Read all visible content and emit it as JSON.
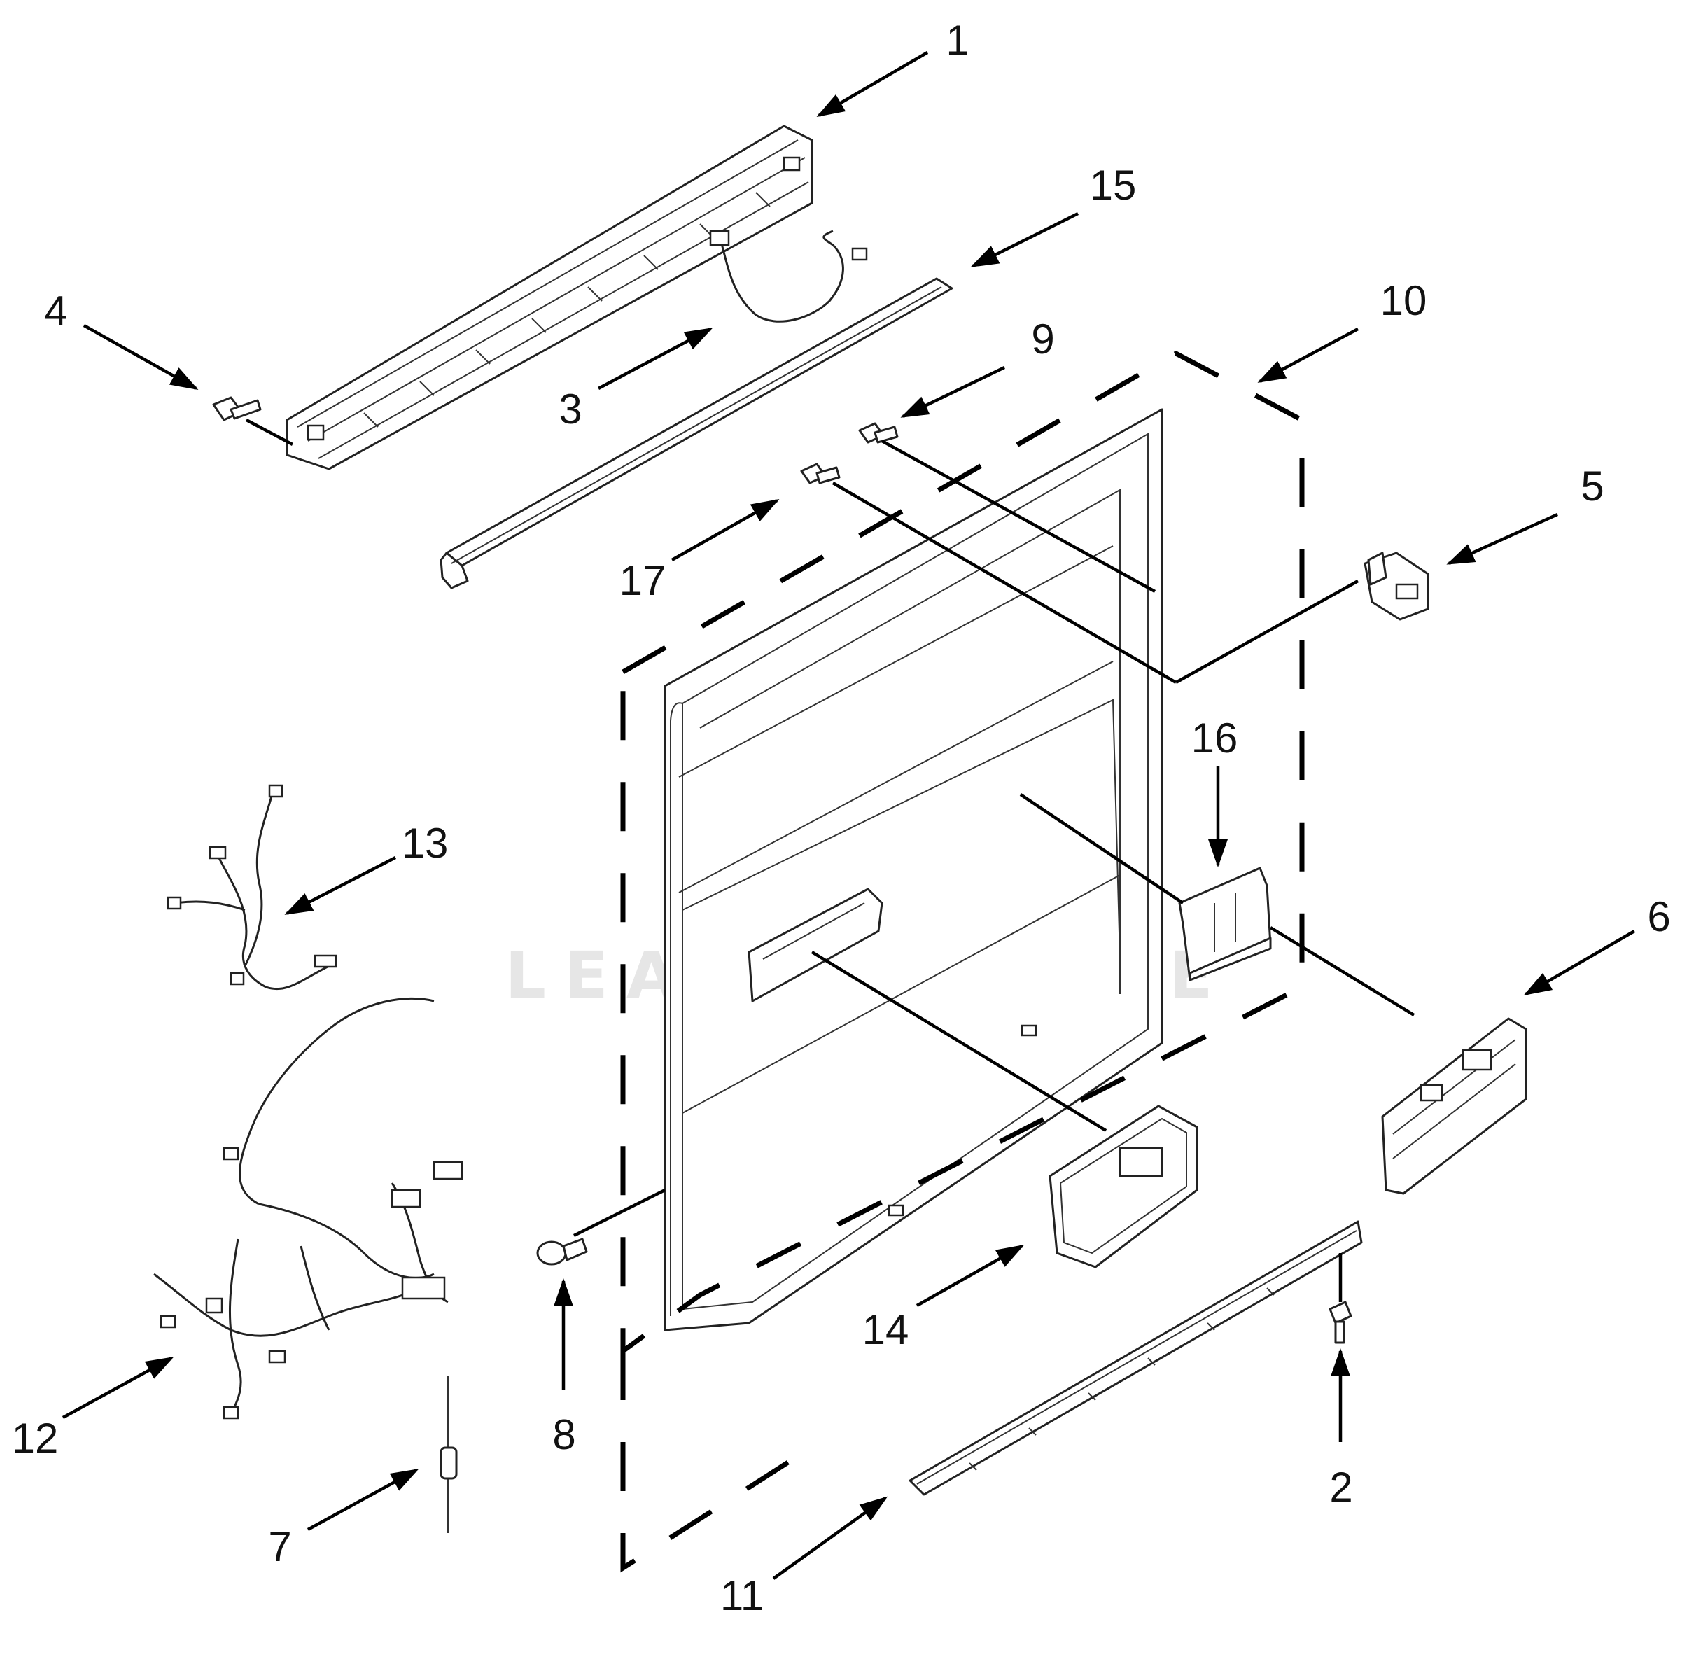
{
  "watermark": {
    "text": "LEADVENTURE"
  },
  "callouts": [
    {
      "id": "1",
      "label": "1"
    },
    {
      "id": "2",
      "label": "2"
    },
    {
      "id": "3",
      "label": "3"
    },
    {
      "id": "4",
      "label": "4"
    },
    {
      "id": "5",
      "label": "5"
    },
    {
      "id": "6",
      "label": "6"
    },
    {
      "id": "7",
      "label": "7"
    },
    {
      "id": "8",
      "label": "8"
    },
    {
      "id": "9",
      "label": "9"
    },
    {
      "id": "10",
      "label": "10"
    },
    {
      "id": "11",
      "label": "11"
    },
    {
      "id": "12",
      "label": "12"
    },
    {
      "id": "13",
      "label": "13"
    },
    {
      "id": "14",
      "label": "14"
    },
    {
      "id": "15",
      "label": "15"
    },
    {
      "id": "16",
      "label": "16"
    },
    {
      "id": "17",
      "label": "17"
    }
  ]
}
